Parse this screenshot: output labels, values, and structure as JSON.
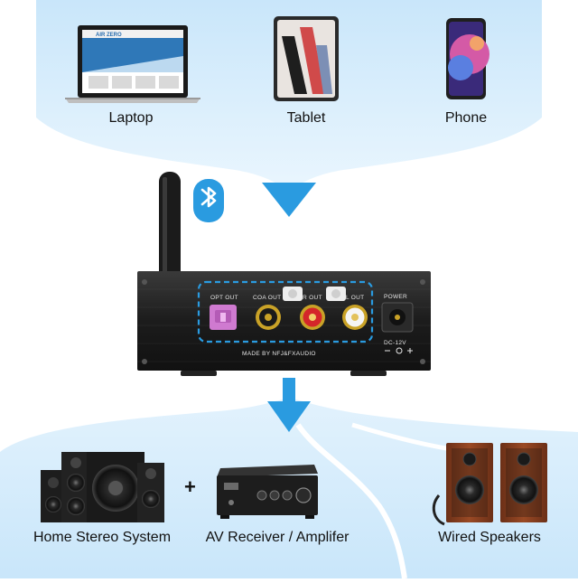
{
  "sources": [
    {
      "label": "Laptop",
      "icon": "laptop-icon"
    },
    {
      "label": "Tablet",
      "icon": "tablet-icon"
    },
    {
      "label": "Phone",
      "icon": "phone-icon"
    }
  ],
  "laptop_screen_text": "AIR ZERO",
  "bluetooth_icon": "bluetooth-icon",
  "device": {
    "labels": {
      "opt_out": "OPT OUT",
      "coa_out": "COA OUT",
      "r_out": "R OUT",
      "l_out": "L OUT",
      "power": "POWER",
      "dc": "DC-12V",
      "maker": "MADE BY NFJ&FXAUDIO"
    }
  },
  "plus_sign": "+",
  "outputs": [
    {
      "label": "Home Stereo System",
      "icon": "home-stereo-icon"
    },
    {
      "label": "AV Receiver / Amplifer",
      "icon": "av-receiver-icon"
    },
    {
      "label": "Wired Speakers",
      "icon": "wired-speakers-icon"
    }
  ],
  "colors": {
    "flow": "#d6ecfb",
    "flow_edge": "#ffffff",
    "arrow": "#2a9be0",
    "bluetooth": "#2a9be0",
    "device_body": "#1e1e1e",
    "panel_highlight": "#2a9be0"
  }
}
